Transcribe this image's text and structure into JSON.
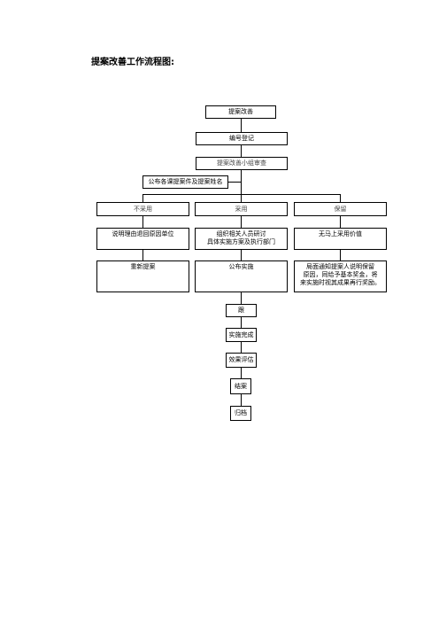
{
  "title": "提案改善工作流程图:",
  "nodes": {
    "proposal": "提案改善",
    "register": "编号登记",
    "review": "提案改善小组审查",
    "publish": "公布各课提案件及提案姓名",
    "reject": "不采用",
    "adopt": "采用",
    "reserve": "保留",
    "reject_reason": "说明理由退回原因单位",
    "adopt_organize": "组织相关人员研讨\n具体实施方案及执行部门",
    "reserve_value": "无马上采用价值",
    "resubmit": "重新提案",
    "announce": "公布实施",
    "reserve_notice": "局面通知提案人说明保留\n原因，同给予基本奖金，将\n来实施时视其成果再行奖励。",
    "follow": "跟",
    "complete": "实施完成",
    "evaluate": "效果评估",
    "close": "结案",
    "archive": "归档"
  }
}
